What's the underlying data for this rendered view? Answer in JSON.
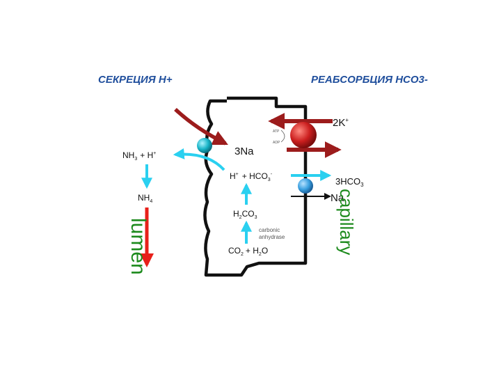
{
  "headings": {
    "secretion": "СЕКРЕЦИЯ Н+",
    "reabsorption": "РЕАБСОРБЦИЯ НСО3-"
  },
  "labels": {
    "k": "2K",
    "k_sup": "+",
    "atp": "ATP",
    "adp": "ADP",
    "na3": "3Na",
    "hco3_3": "3HCO",
    "hco3_3_sub": "3",
    "na": "Na",
    "nh3": "NH",
    "nh3_sub": "3",
    "plus_h": "+ H",
    "plus_h_sup": "+",
    "nh4": "NH",
    "nh4_sub": "4",
    "h": "H",
    "h_sup": "+",
    "plus_hco3": "+ HCO",
    "plus_hco3_sub": "3",
    "plus_hco3_sup": "-",
    "h2co3_a": "H",
    "h2co3_sub1": "2",
    "h2co3_b": "CO",
    "h2co3_sub2": "3",
    "carbonic": "carbonic",
    "anhydrase": "anhydrase",
    "co2": "CO",
    "co2_sub": "2",
    "co2_plus": "+ H",
    "h2o_sub": "2",
    "h2o_end": "O",
    "lumen": "lumen",
    "capillary": "capillary"
  },
  "colors": {
    "heading": "#1f4e9c",
    "arrow_red": "#9c1c1c",
    "arrow_cyan": "#2ad0f0",
    "arrow_bright_red": "#e8201a",
    "membrane": "#111111",
    "pump_ball": "#cc1f1f",
    "exchanger_ball": "#1ab5c8",
    "cotransporter_ball": "#3aa0e0",
    "lumen_text": "#1c8a1c",
    "capillary_text": "#1c8a1c"
  }
}
